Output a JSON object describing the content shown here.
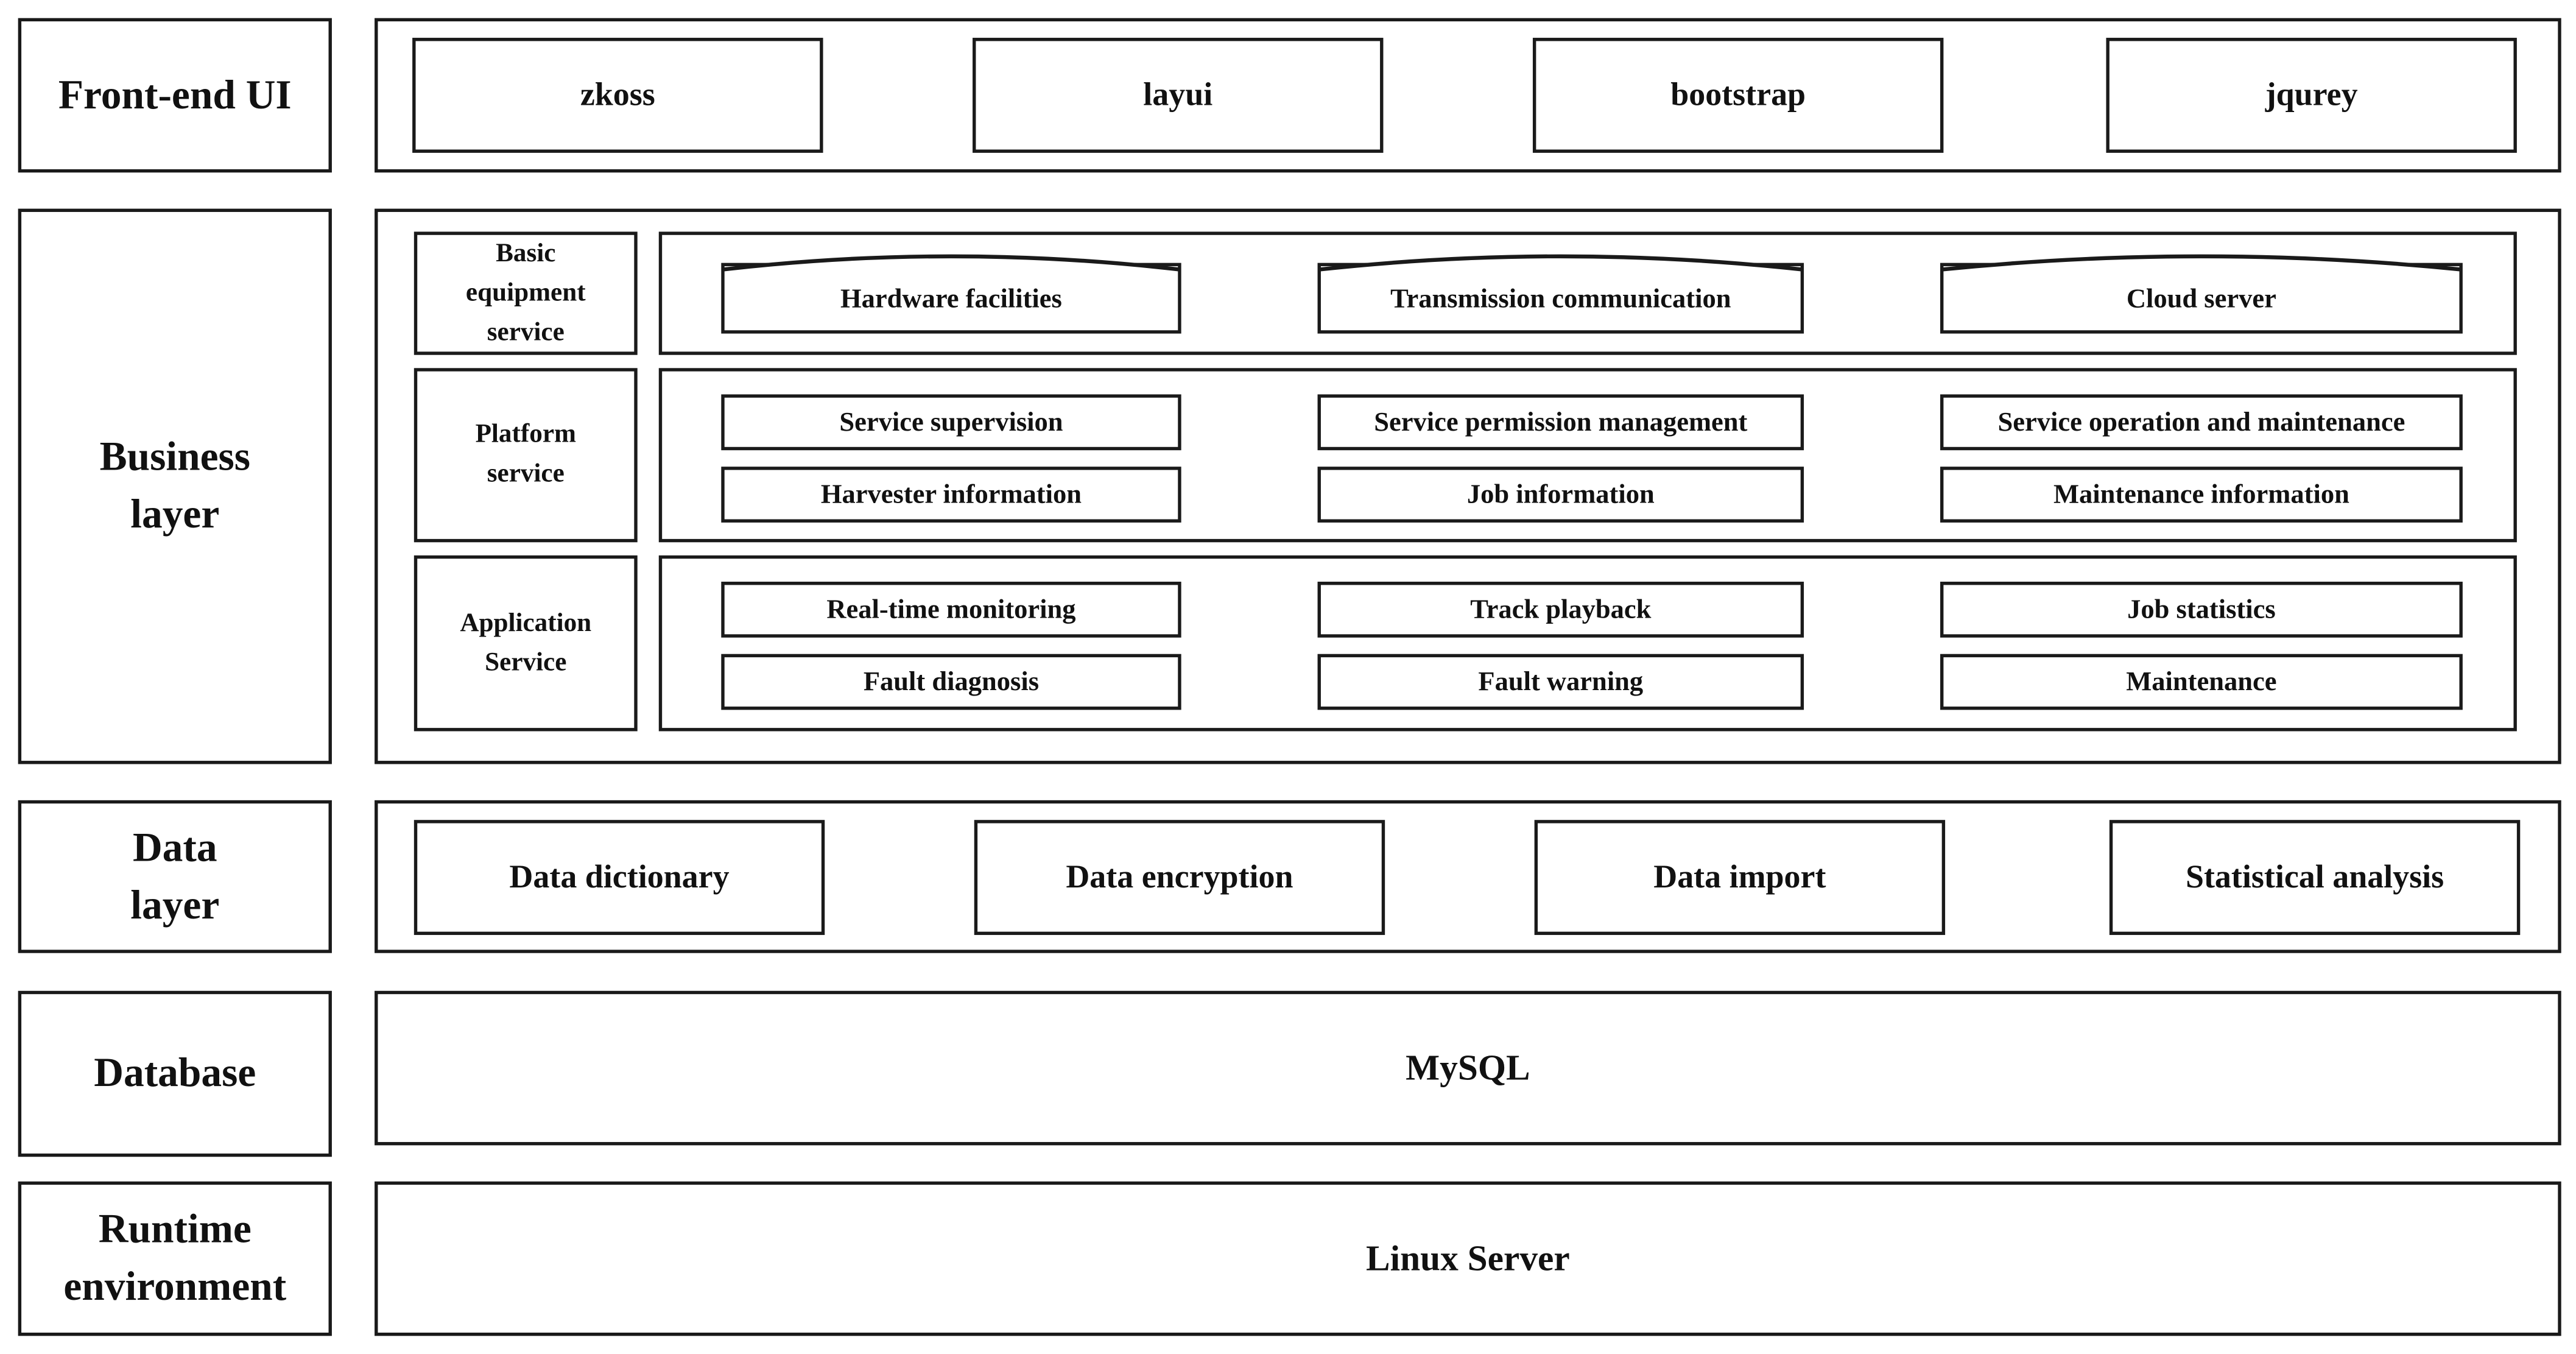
{
  "layers": {
    "frontend": {
      "label": "Front-end UI",
      "items": [
        "zkoss",
        "layui",
        "bootstrap",
        "jqurey"
      ]
    },
    "business": {
      "label_line1": "Business",
      "label_line2": "layer",
      "basic": {
        "label_line1": "Basic",
        "label_line2": "equipment",
        "label_line3": "service",
        "items": [
          "Hardware facilities",
          "Transmission communication",
          "Cloud server"
        ]
      },
      "platform": {
        "label_line1": "Platform",
        "label_line2": "service",
        "items": [
          "Service supervision",
          "Service permission management",
          "Service operation and maintenance",
          "Harvester information",
          "Job information",
          "Maintenance information"
        ]
      },
      "application": {
        "label_line1": "Application",
        "label_line2": "Service",
        "items": [
          "Real-time monitoring",
          "Track playback",
          "Job statistics",
          "Fault diagnosis",
          "Fault warning",
          "Maintenance"
        ]
      }
    },
    "data": {
      "label_line1": "Data",
      "label_line2": "layer",
      "items": [
        "Data dictionary",
        "Data encryption",
        "Data import",
        "Statistical analysis"
      ]
    },
    "database": {
      "label": "Database",
      "value": "MySQL"
    },
    "runtime": {
      "label_line1": "Runtime",
      "label_line2": "environment",
      "value": "Linux Server"
    }
  }
}
